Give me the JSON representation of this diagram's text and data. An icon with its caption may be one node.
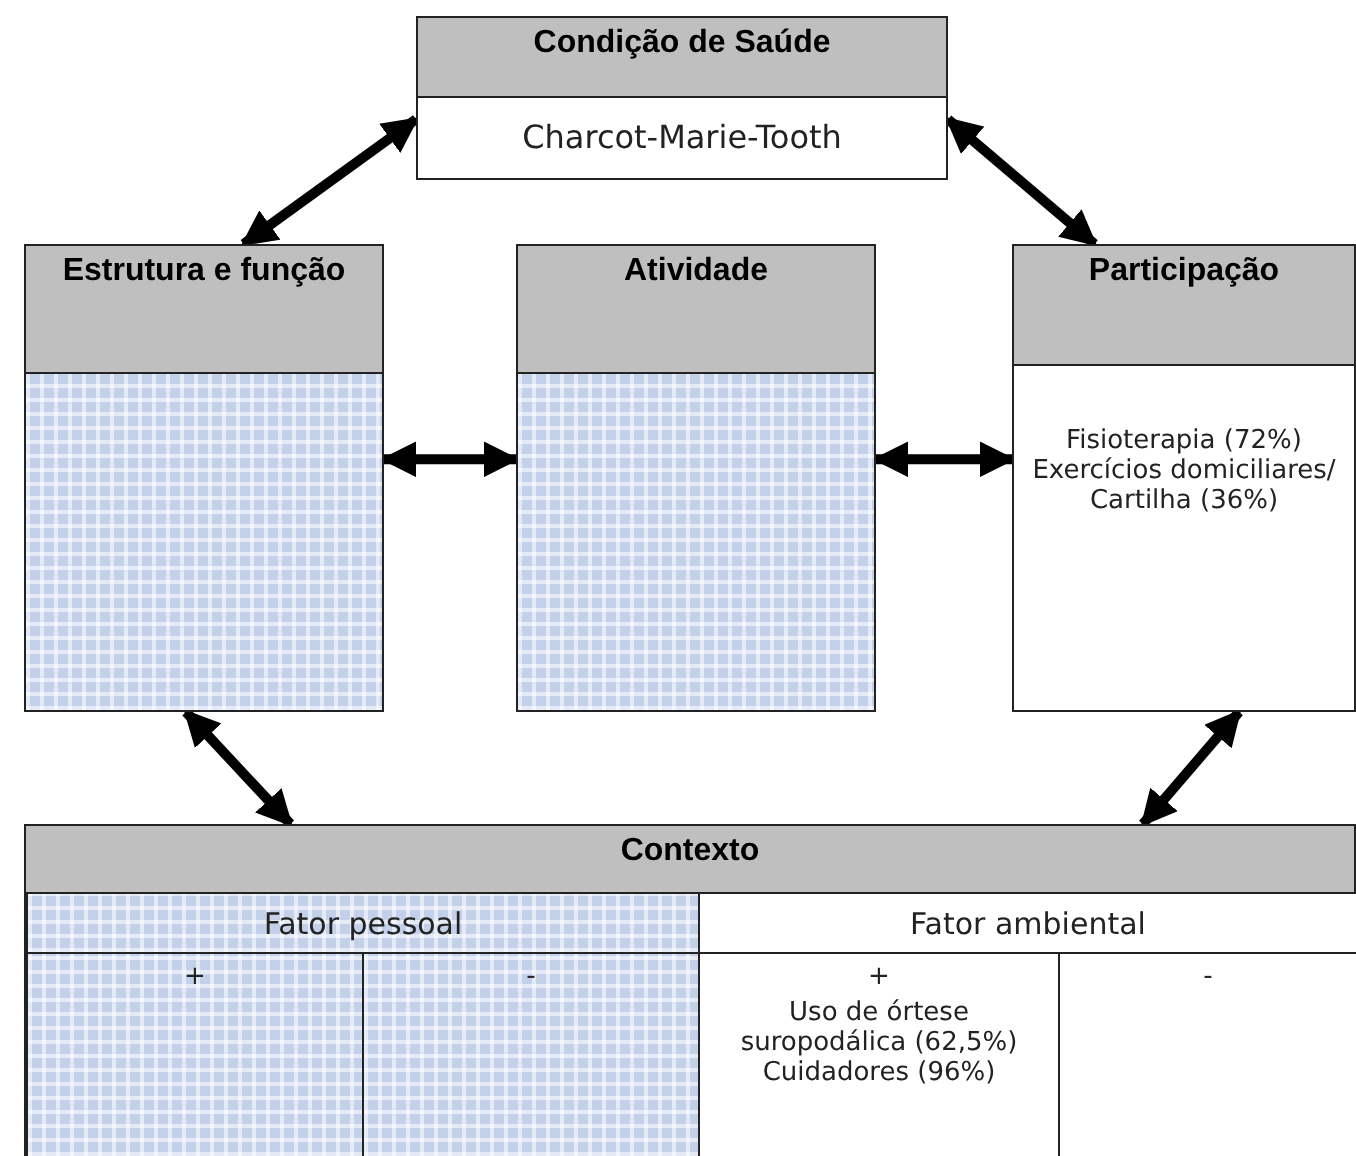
{
  "diagram": {
    "nodes": [
      {
        "text": [
          "Condição de Saúde",
          "Charcot-Marie-Tooth"
        ]
      },
      {
        "text": [
          "Estrutura e função"
        ]
      },
      {
        "text": [
          "Atividade"
        ]
      },
      {
        "text": [
          "Participação",
          "Fisioterapia (72%) Exercícios domiciliares/ Cartilha (36%)"
        ]
      },
      {
        "text": [
          "Contexto"
        ]
      },
      {
        "text": [
          "Fator pessoal"
        ],
        "in": 4
      },
      {
        "text": [
          "Fator ambiental"
        ],
        "in": 4
      },
      {
        "text": [
          "+"
        ],
        "in": 4
      },
      {
        "text": [
          "-"
        ],
        "in": 4
      },
      {
        "text": [
          "+",
          "Uso de órtese suropodálica (62,5%) Cuidadores (96%)"
        ],
        "in": 4
      },
      {
        "text": [
          "-"
        ],
        "in": 4
      }
    ],
    "edges": [
      {
        "from": 0,
        "to": 1,
        "arrow": "both"
      },
      {
        "from": 0,
        "to": 3,
        "arrow": "both"
      },
      {
        "from": 1,
        "to": 2,
        "arrow": "both"
      },
      {
        "from": 2,
        "to": 3,
        "arrow": "both"
      },
      {
        "from": 1,
        "to": 4,
        "arrow": "both"
      },
      {
        "from": 3,
        "to": 4,
        "arrow": "both"
      }
    ]
  }
}
